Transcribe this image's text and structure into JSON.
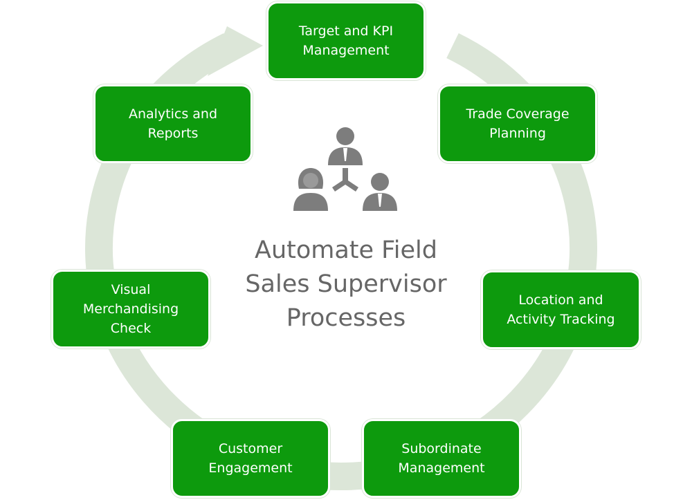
{
  "diagram": {
    "center_title": "Automate Field\nSales Supervisor\nProcesses",
    "center_icon": "team-hierarchy-icon",
    "nodes": [
      {
        "label": "Target and KPI\nManagement"
      },
      {
        "label": "Trade Coverage\nPlanning"
      },
      {
        "label": "Location and\nActivity Tracking"
      },
      {
        "label": "Subordinate\nManagement"
      },
      {
        "label": "Customer\nEngagement"
      },
      {
        "label": "Visual\nMerchandising\nCheck"
      },
      {
        "label": "Analytics and\nReports"
      }
    ],
    "colors": {
      "node_fill": "#0d9a0d",
      "node_text": "#ffffff",
      "ring": "#dce6d8",
      "title_text": "#666666",
      "icon": "#7d7d7d"
    }
  }
}
